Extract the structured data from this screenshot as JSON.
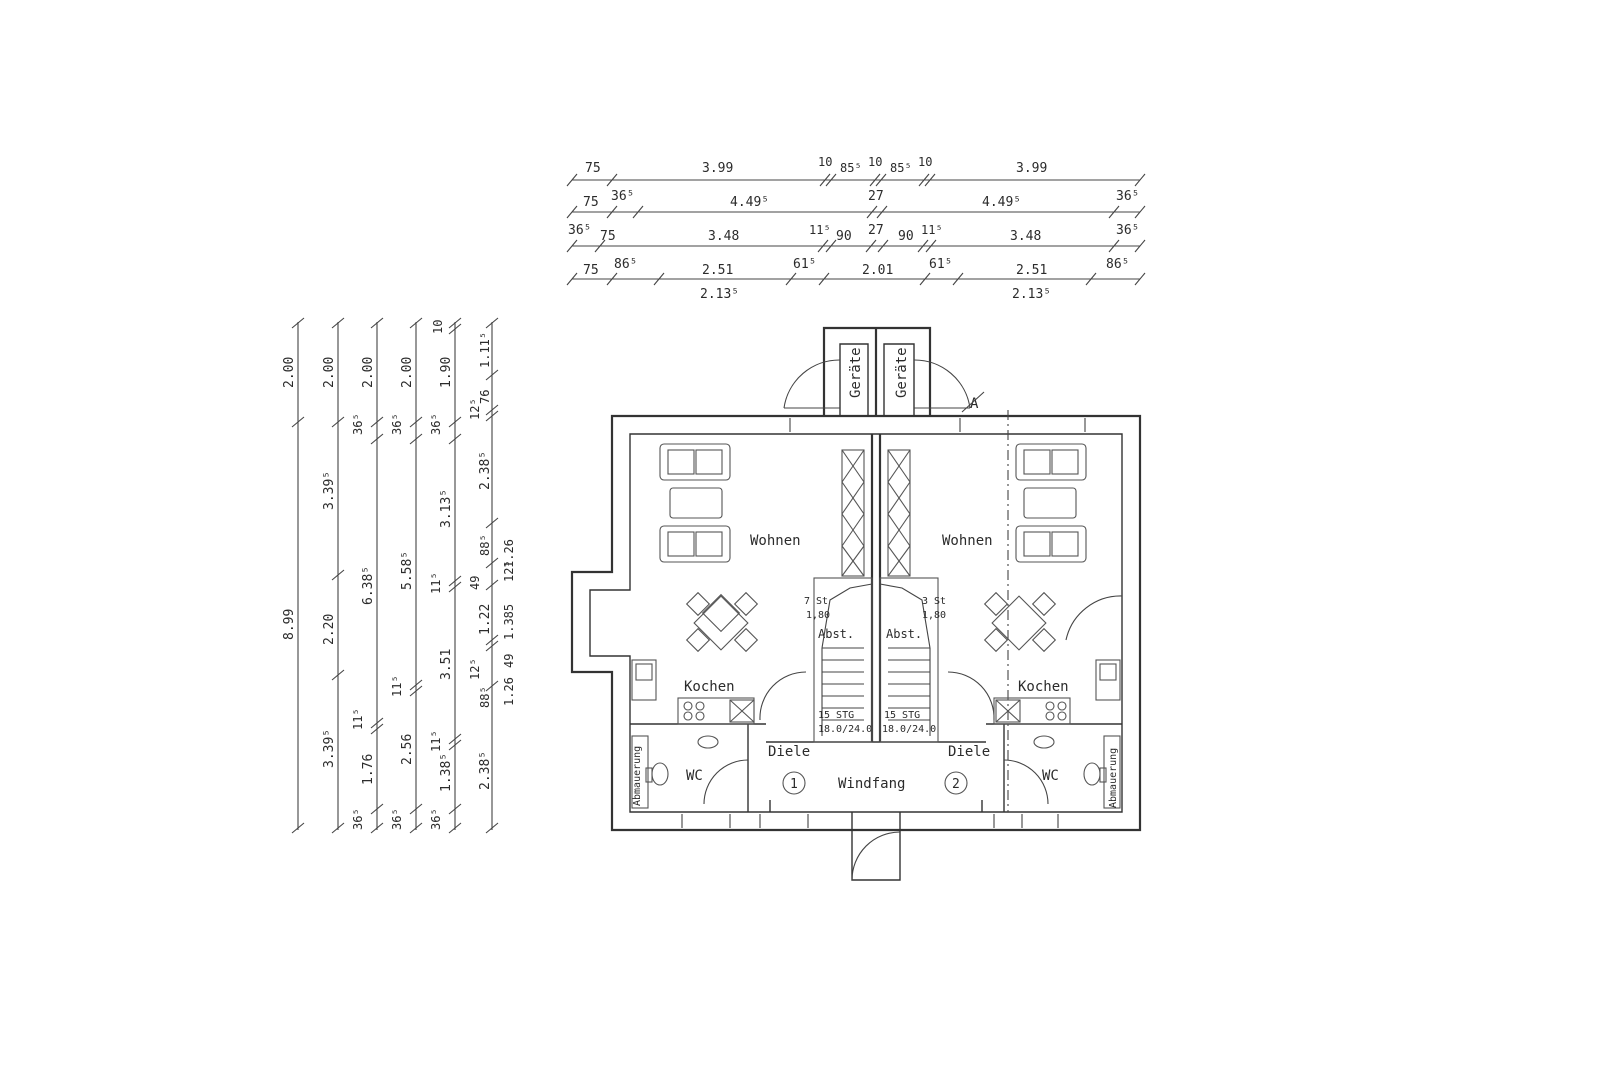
{
  "dimensions": {
    "top": [
      [
        "75",
        "3.99",
        "10",
        "85⁵",
        "10",
        "85⁵",
        "10",
        "3.99"
      ],
      [
        "75",
        "36⁵",
        "4.49⁵",
        "27",
        "4.49⁵",
        "36⁵"
      ],
      [
        "36⁵",
        "75",
        "3.48",
        "11⁵",
        "90",
        "27",
        "90",
        "11⁵",
        "3.48",
        "36⁵"
      ],
      [
        "75",
        "86⁵",
        "2.51",
        "61⁵",
        "2.01",
        "61⁵",
        "2.51",
        "86⁵"
      ],
      [
        "2.13⁵",
        "2.13⁵"
      ]
    ],
    "left": [
      [
        "2.00",
        "8.99"
      ],
      [
        "2.00",
        "3.39⁵",
        "2.20",
        "3.39⁵"
      ],
      [
        "2.00",
        "36⁵",
        "6.38⁵",
        "11⁵",
        "1.76",
        "36⁵"
      ],
      [
        "2.00",
        "36⁵",
        "5.58⁵",
        "11⁵",
        "2.56",
        "36⁵"
      ],
      [
        "10",
        "1.90",
        "36⁵",
        "3.13⁵",
        "11⁵",
        "3.51",
        "11⁵",
        "1.38⁵",
        "36⁵"
      ],
      [
        "1.11⁵",
        "76",
        "12⁵",
        "2.38⁵",
        "88⁵",
        "49",
        "1.22",
        "12⁵",
        "88⁵",
        "2.38⁵"
      ],
      [
        "1.26",
        "12⁵",
        "1.385",
        "49",
        "1.26"
      ]
    ]
  },
  "rooms": {
    "geraete": "Geräte",
    "wohnen": "Wohnen",
    "kochen": "Kochen",
    "diele": "Diele",
    "wc": "WC",
    "windfang": "Windfang",
    "abmauerung": "Abmauerung",
    "abst": "Abst."
  },
  "stairs": {
    "left_top": "7 St",
    "left_top2": "1,80",
    "right_top": "3 St",
    "right_top2": "1,80",
    "left_bottom": "15 STG",
    "left_bottom2": "18.0/24.0",
    "right_bottom": "15 STG",
    "right_bottom2": "18.0/24.0"
  },
  "entrances": {
    "one": "1",
    "two": "2"
  },
  "section_marker": "A"
}
